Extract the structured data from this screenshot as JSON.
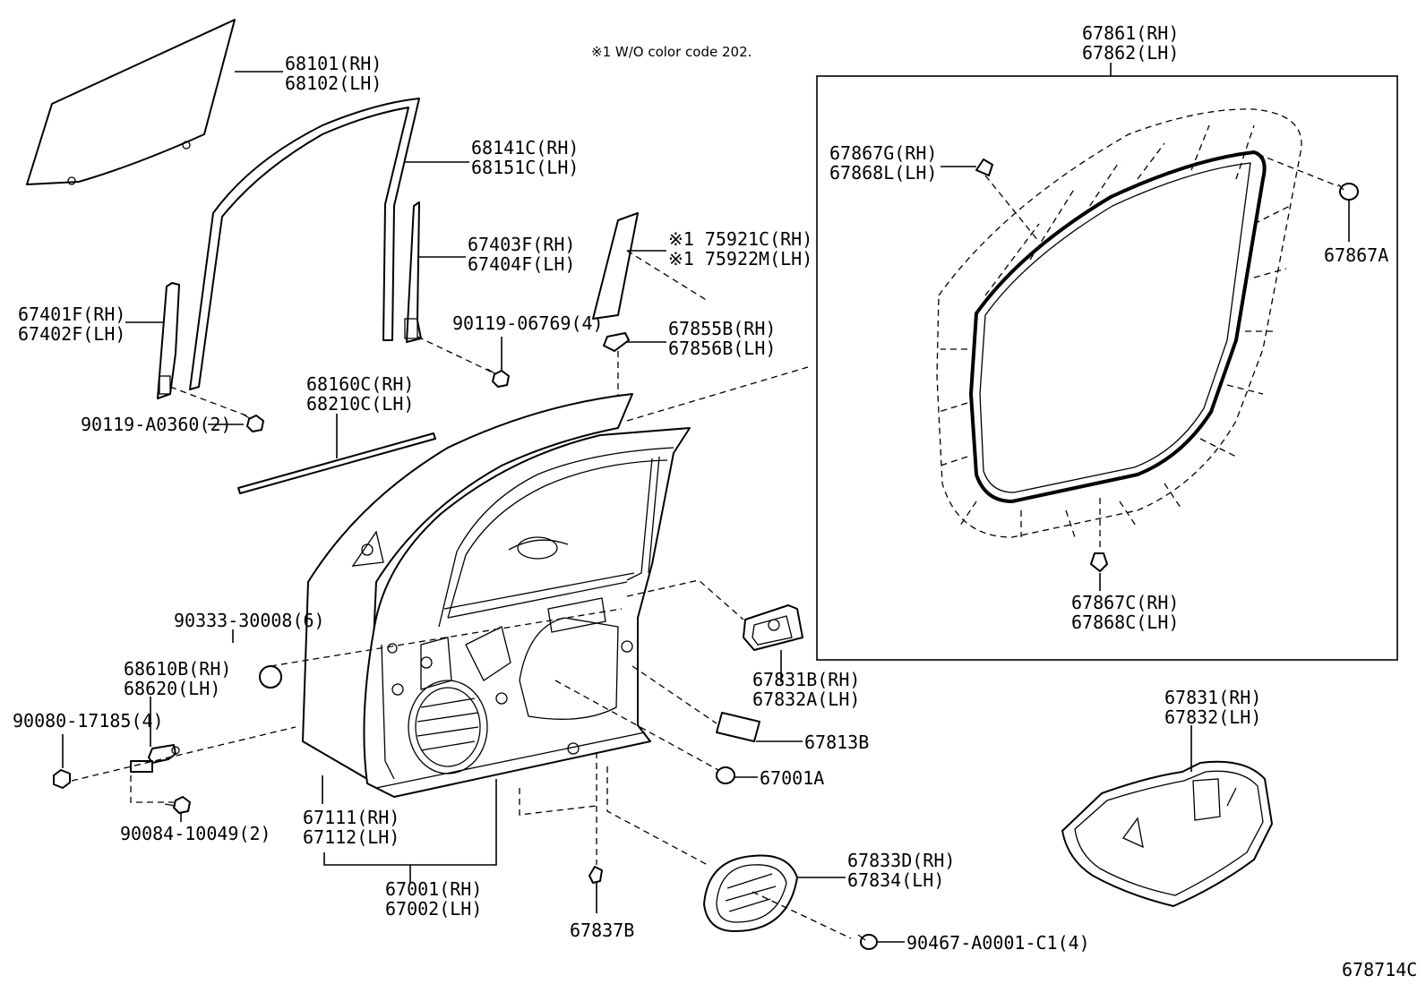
{
  "note": "※1 W/O color code 202.",
  "drawing_number": "678714C",
  "labels": {
    "glass": [
      "68101(RH)",
      "68102(LH)"
    ],
    "run_channel": [
      "68141C(RH)",
      "68151C(LH)"
    ],
    "rear_channel": [
      "67403F(RH)",
      "67404F(LH)"
    ],
    "front_channel": [
      "67401F(RH)",
      "67402F(LH)"
    ],
    "bolt_0360": "90119-A0360(2)",
    "bolt_06769": "90119-06769(4)",
    "molding_75921": [
      "※1 75921C(RH)",
      "※1 75922M(LH)"
    ],
    "clip_67855": [
      "67855B(RH)",
      "67856B(LH)"
    ],
    "belt_molding": [
      "68160C(RH)",
      "68210C(LH)"
    ],
    "weatherstrip": [
      "67861(RH)",
      "67862(LH)"
    ],
    "clip_67867G": [
      "67867G(RH)",
      "67868L(LH)"
    ],
    "clip_67867A": "67867A",
    "clip_67867C": [
      "67867C(RH)",
      "67868C(LH)"
    ],
    "plug_90333": "90333-30008(6)",
    "check_68610": [
      "68610B(RH)",
      "68620(LH)"
    ],
    "nut_90080": "90080-17185(4)",
    "bolt_90084": "90084-10049(2)",
    "panel_67111": [
      "67111(RH)",
      "67112(LH)"
    ],
    "door_assy": [
      "67001(RH)",
      "67002(LH)"
    ],
    "cover_67831B": [
      "67831B(RH)",
      "67832A(LH)"
    ],
    "tape_67813B": "67813B",
    "plug_67001A": "67001A",
    "cover_67833D": [
      "67833D(RH)",
      "67834(LH)"
    ],
    "clip_67837B": "67837B",
    "clip_90467": "90467-A0001-C1(4)",
    "film_67831": [
      "67831(RH)",
      "67832(LH)"
    ]
  },
  "icons": {
    "bolt": "bolt-icon",
    "clip": "clip-icon",
    "plug": "plug-icon",
    "nut": "nut-icon"
  }
}
